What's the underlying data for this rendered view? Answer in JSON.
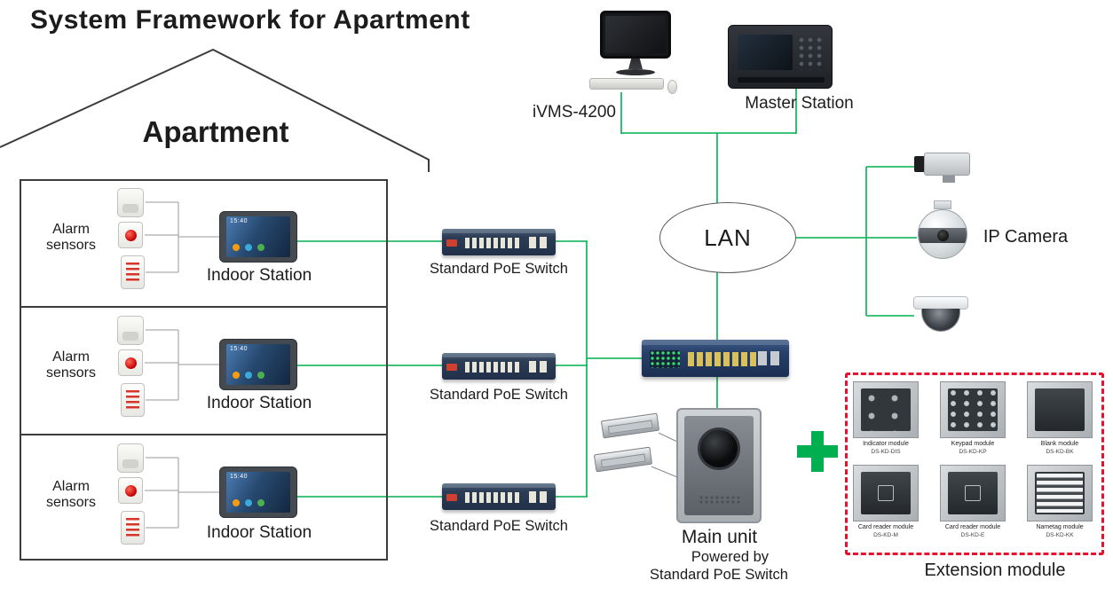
{
  "title": "System Framework for Apartment",
  "apartment": {
    "label": "Apartment",
    "station_screen_time": "15:40",
    "rows": [
      {
        "sensors_label": "Alarm\nsensors",
        "station_label": "Indoor Station"
      },
      {
        "sensors_label": "Alarm\nsensors",
        "station_label": "Indoor Station"
      },
      {
        "sensors_label": "Alarm\nsensors",
        "station_label": "Indoor Station"
      }
    ]
  },
  "switch_labels": [
    "Standard PoE Switch",
    "Standard PoE Switch",
    "Standard PoE Switch"
  ],
  "management": {
    "ivms_label": "iVMS-4200",
    "master_label": "Master Station"
  },
  "network": {
    "lan_label": "LAN"
  },
  "cameras": {
    "label": "IP Camera"
  },
  "main_unit": {
    "label": "Main unit",
    "powered_line1": "Powered by",
    "powered_line2": "Standard PoE Switch"
  },
  "extension": {
    "label": "Extension module",
    "modules": [
      {
        "name": "Indicator module",
        "model": "DS-KD-DIS"
      },
      {
        "name": "Keypad module",
        "model": "DS-KD-KP"
      },
      {
        "name": "Blank module",
        "model": "DS-KD-BK"
      },
      {
        "name": "Card reader module",
        "model": "DS-KD-M"
      },
      {
        "name": "Card reader module",
        "model": "DS-KD-E"
      },
      {
        "name": "Nametag module",
        "model": "DS-KD-KK"
      }
    ]
  },
  "colors": {
    "connection_line": "#00b050",
    "extension_border": "#e8112d",
    "plus_sign": "#00b050"
  }
}
